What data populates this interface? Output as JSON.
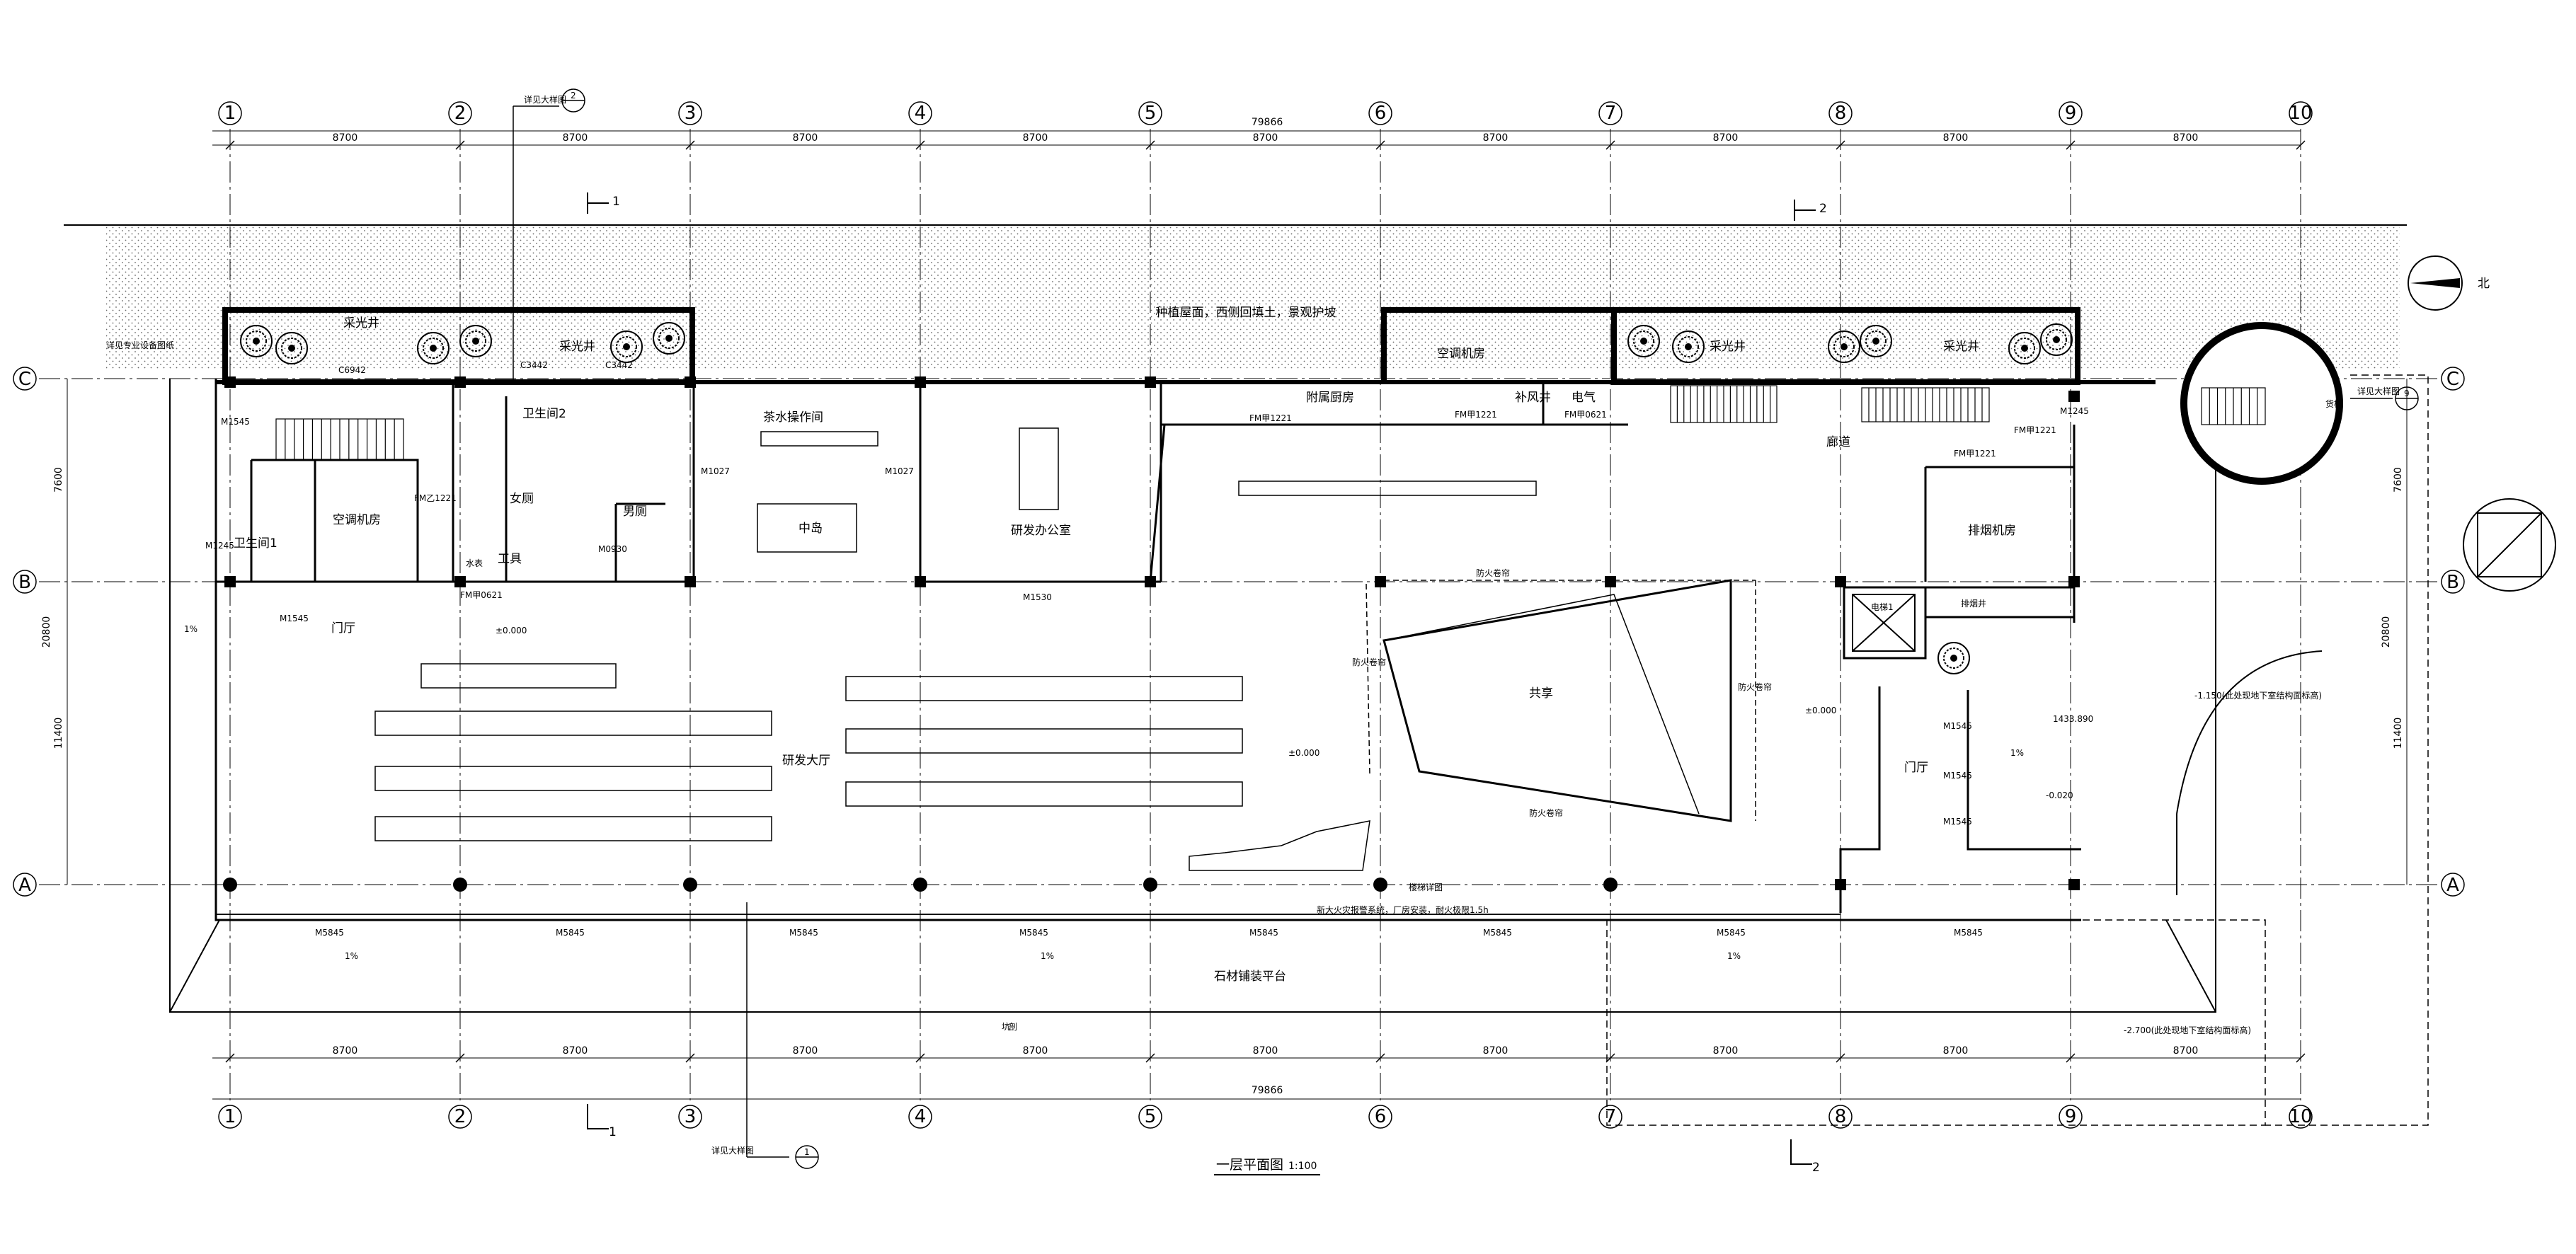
{
  "drawing": {
    "title": "一层平面图",
    "scale": "1:100"
  },
  "axes": {
    "columns": [
      "1",
      "2",
      "3",
      "4",
      "5",
      "6",
      "7",
      "8",
      "9",
      "10"
    ],
    "rows": [
      "C",
      "B",
      "A"
    ]
  },
  "dimensions": {
    "total": "79866",
    "bays": [
      "8700",
      "8700",
      "8700",
      "8700",
      "8700",
      "8700",
      "8700",
      "8700",
      "8700"
    ],
    "side_total": "20800",
    "side_upper": "7600",
    "side_lower": "11400"
  },
  "sections": {
    "top_1": "1",
    "top_2": "2",
    "bottom_1": "1",
    "bottom_2": "2"
  },
  "index_symbols": {
    "top": "2",
    "bottom": "1",
    "right": "9"
  },
  "notes": {
    "top_band": "种植屋面，西侧回填土，景观护坡",
    "top_index_note": "详见大样图",
    "bottom_index_note": "详见大样图",
    "left_note": "详见专业设备图纸",
    "right_index_note": "详见大样图",
    "stair_note": "楼梯详图",
    "fire_note": "新大火灾报警系统，厂房安装，耐火极限1.5h",
    "cut_label": "剖",
    "north_label": "北"
  },
  "rooms": {
    "skylight_1": "采光井",
    "skylight_2": "采光井",
    "skylight_3": "采光井",
    "skylight_4": "采光井",
    "hvac_top": "空调机房",
    "hvac_left": "空调机房",
    "wc1": "卫生间1",
    "wc2": "卫生间2",
    "female": "女厕",
    "male": "男厕",
    "janitor": "工具",
    "water": "水表",
    "tea": "茶水操作间",
    "island": "中岛",
    "office": "研发办公室",
    "kitchen": "附属厨房",
    "fresh_air": "补风井",
    "electric": "电气",
    "corridor": "廊道",
    "exhaust_room": "排烟机房",
    "exhaust_shaft": "排烟井",
    "elevator": "电梯1",
    "lobby_left": "门厅",
    "lobby_right": "门厅",
    "hall": "研发大厅",
    "atrium": "共享",
    "platform": "石材铺装平台",
    "lift_small": "货梯",
    "pit": "坑"
  },
  "elevations": {
    "entry": "±0.000",
    "hall": "±0.000",
    "east": "±0.000",
    "lobby": "-0.020",
    "ext_right": "-1.150(此处现地下室结构面标高)",
    "ext_bottom": "-2.700(此处现地下室结构面标高)",
    "ext_misc": "1433.890"
  },
  "slopes": {
    "left": "1%",
    "right": "1%",
    "bottom_1": "1%",
    "bottom_2": "1%",
    "bottom_3": "1%"
  },
  "doors": {
    "m1545_a": "M1545",
    "m1545_b": "M1545",
    "m1545_c": "M1545",
    "m1545_d": "M1545",
    "m1545_e": "M1545",
    "m1245_a": "M1245",
    "m1245_b": "M1245",
    "fm1221_a": "FM乙1221",
    "fm1221_b": "FM甲1221",
    "fm1221_c": "FM甲1221",
    "fm1221_d": "FM甲1221",
    "fm1221_e": "FM甲1221",
    "fm0621_a": "FM甲0621",
    "fm0621_b": "FM甲0621",
    "m1027_a": "M1027",
    "m1027_b": "M1027",
    "m1530": "M1530",
    "m0930": "M0930",
    "c6942": "C6942",
    "c3442_a": "C3442",
    "c3442_b": "C3442",
    "m5845": [
      "M5845",
      "M5845",
      "M5845",
      "M5845",
      "M5845",
      "M5845",
      "M5845",
      "M5845"
    ]
  },
  "atrium_labels": {
    "top": "防火卷帘",
    "bottom": "防火卷帘",
    "left": "防火卷帘",
    "right": "防火卷帘"
  }
}
